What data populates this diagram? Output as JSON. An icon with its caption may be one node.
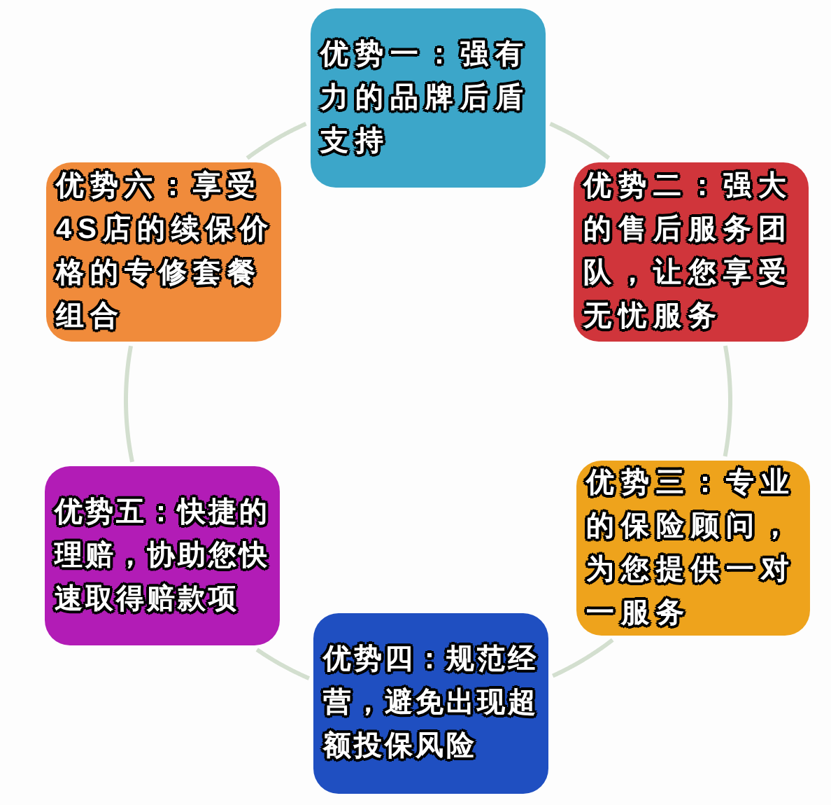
{
  "diagram": {
    "nodes": [
      {
        "text": [
          "优势一：强有力的品牌后盾支持"
        ]
      },
      {
        "text": [
          "优势二：强大的售后服务团队，让您享受无忧服务"
        ]
      },
      {
        "text": [
          "优势三：专业的保险顾问，为您提供一对一服务"
        ]
      },
      {
        "text": [
          "优势四：规范经营，避免出现超额投保风险"
        ]
      },
      {
        "text": [
          "优势五：快捷的理赔，协助您快速取得赔款项"
        ]
      },
      {
        "text": [
          "优势六：享受4S店的续保价格的专修套餐组合"
        ]
      }
    ],
    "edges": [
      {
        "from": 0,
        "to": 1,
        "arrow": "none"
      },
      {
        "from": 1,
        "to": 2,
        "arrow": "none"
      },
      {
        "from": 2,
        "to": 3,
        "arrow": "none"
      },
      {
        "from": 3,
        "to": 4,
        "arrow": "none"
      },
      {
        "from": 4,
        "to": 5,
        "arrow": "none"
      },
      {
        "from": 5,
        "to": 0,
        "arrow": "none"
      }
    ]
  }
}
